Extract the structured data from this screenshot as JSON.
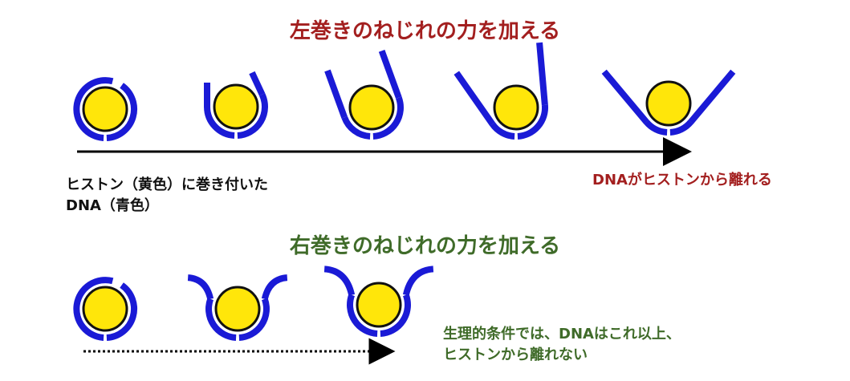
{
  "top_title": "左巻きのねじれの力を加える",
  "bottom_title": "右巻きのねじれの力を加える",
  "label_left_line1": "ヒストン（黄色）に巻き付いた",
  "label_left_line2": "DNA（青色）",
  "label_right": "DNAがヒストンから離れる",
  "label_bottom_line1": "生理的条件では、DNAはこれ以上、",
  "label_bottom_line2": "ヒストンから離れない",
  "colors": {
    "histone": "#ffe60a",
    "histone_outline": "#111111",
    "dna": "#1a1ad6",
    "arrow": "#000000",
    "red_text": "#a31f1f",
    "green_text": "#3f6b29"
  },
  "icons": {
    "histone": "yellow-circle",
    "dna": "blue-wrap-band"
  }
}
